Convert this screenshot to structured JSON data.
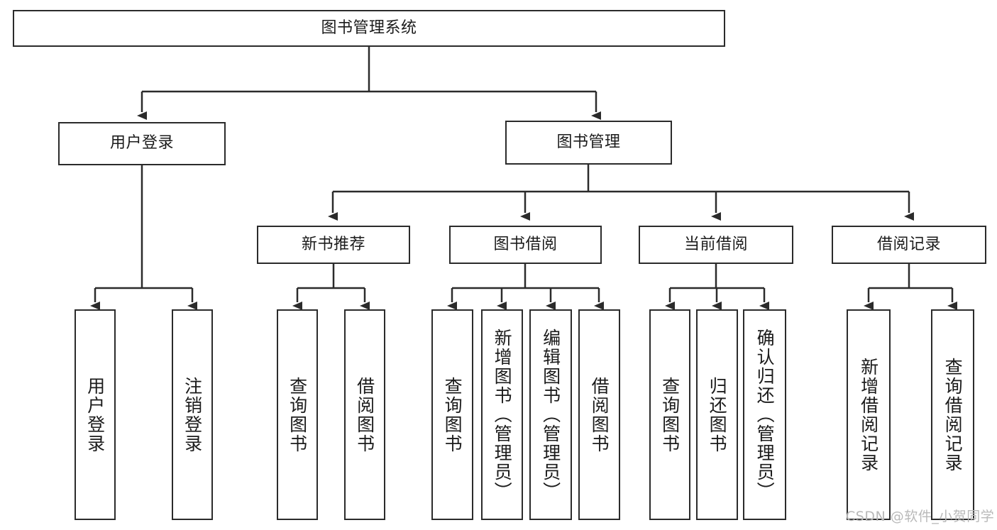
{
  "diagram": {
    "title": "图书管理系统",
    "type": "tree-hierarchy-diagram",
    "root": {
      "id": "root",
      "label": "图书管理系统"
    },
    "level2": [
      {
        "id": "user-login",
        "label": "用户登录"
      },
      {
        "id": "book-manage",
        "label": "图书管理"
      }
    ],
    "level3": [
      {
        "id": "new-book-rec",
        "label": "新书推荐"
      },
      {
        "id": "book-borrow",
        "label": "图书借阅"
      },
      {
        "id": "current-borrow",
        "label": "当前借阅"
      },
      {
        "id": "borrow-record",
        "label": "借阅记录"
      }
    ],
    "leaves": [
      {
        "id": "leaf-user-login",
        "parent": "user-login",
        "label": "用户登录"
      },
      {
        "id": "leaf-logout",
        "parent": "user-login",
        "label": "注销登录"
      },
      {
        "id": "leaf-query-book-1",
        "parent": "new-book-rec",
        "label": "查询图书"
      },
      {
        "id": "leaf-borrow-book-1",
        "parent": "new-book-rec",
        "label": "借阅图书"
      },
      {
        "id": "leaf-query-book-2",
        "parent": "book-borrow",
        "label": "查询图书"
      },
      {
        "id": "leaf-add-book",
        "parent": "book-borrow",
        "label": "新增图书（管理员）"
      },
      {
        "id": "leaf-edit-book",
        "parent": "book-borrow",
        "label": "编辑图书（管理员）"
      },
      {
        "id": "leaf-borrow-book-2",
        "parent": "book-borrow",
        "label": "借阅图书"
      },
      {
        "id": "leaf-query-book-3",
        "parent": "current-borrow",
        "label": "查询图书"
      },
      {
        "id": "leaf-return-book",
        "parent": "current-borrow",
        "label": "归还图书"
      },
      {
        "id": "leaf-confirm-return",
        "parent": "current-borrow",
        "label": "确认归还（管理员）"
      },
      {
        "id": "leaf-add-record",
        "parent": "borrow-record",
        "label": "新增借阅记录"
      },
      {
        "id": "leaf-query-record",
        "parent": "borrow-record",
        "label": "查询借阅记录"
      }
    ],
    "colors": {
      "stroke": "#2b2b2b",
      "fill": "#ffffff",
      "text": "#1b1b1b",
      "watermark": "#b9b9b9"
    }
  },
  "watermark": {
    "text": "CSDN @软件_小贺同学"
  }
}
